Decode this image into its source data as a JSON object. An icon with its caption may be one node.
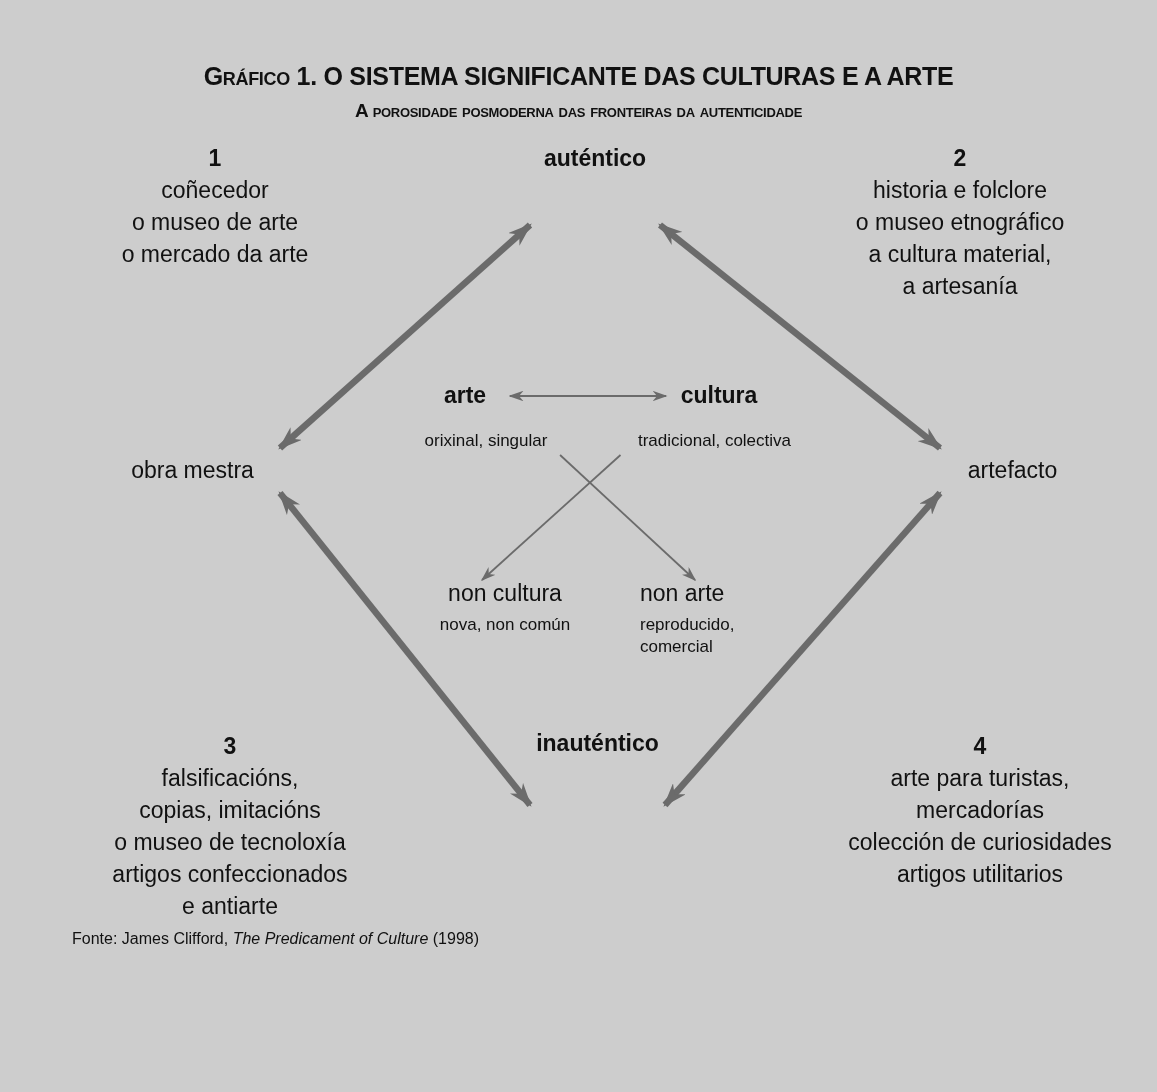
{
  "diagram": {
    "title": "Gráfico 1. O SISTEMA SIGNIFICANTE DAS CULTURAS E A ARTE",
    "caption": "Fonte: James Clifford, *The Predicament of Culture* (1998)",
    "nodes": [
      {
        "text": [
          "auténtico"
        ]
      },
      {
        "text": [
          "obra mestra"
        ]
      },
      {
        "text": [
          "artefacto"
        ]
      },
      {
        "text": [
          "inauténtico"
        ]
      },
      {
        "text": [
          "arte"
        ]
      },
      {
        "text": [
          "cultura"
        ]
      },
      {
        "text": [
          "orixinal, singular"
        ]
      },
      {
        "text": [
          "tradicional, colectiva"
        ]
      },
      {
        "text": [
          "non cultura",
          "nova, non común"
        ]
      },
      {
        "text": [
          "non arte",
          "reproducido, comercial"
        ]
      }
    ],
    "edges": [
      {
        "from": 0,
        "to": 1,
        "arrow": "both"
      },
      {
        "from": 0,
        "to": 2,
        "arrow": "both"
      },
      {
        "from": 1,
        "to": 3,
        "arrow": "both"
      },
      {
        "from": 2,
        "to": 3,
        "arrow": "both"
      },
      {
        "from": 4,
        "to": 5,
        "arrow": "both"
      },
      {
        "from": 6,
        "to": 9,
        "arrow": "to"
      },
      {
        "from": 7,
        "to": 8,
        "arrow": "to"
      }
    ],
    "labels": [
      "A porosidade posmoderna das fronteiras da autenticidade",
      "1",
      "coñecedor",
      "o museo de arte",
      "o mercado da arte",
      "2",
      "historia e folclore",
      "o museo etnográfico",
      "a cultura material,",
      "a artesanía",
      "3",
      "falsificacións,",
      "copias, imitacións",
      "o museo de tecnoloxía",
      "artigos confeccionados",
      "e antiarte",
      "4",
      "arte para turistas,",
      "mercadorías",
      "colección de curiosidades",
      "artigos utilitarios"
    ]
  }
}
